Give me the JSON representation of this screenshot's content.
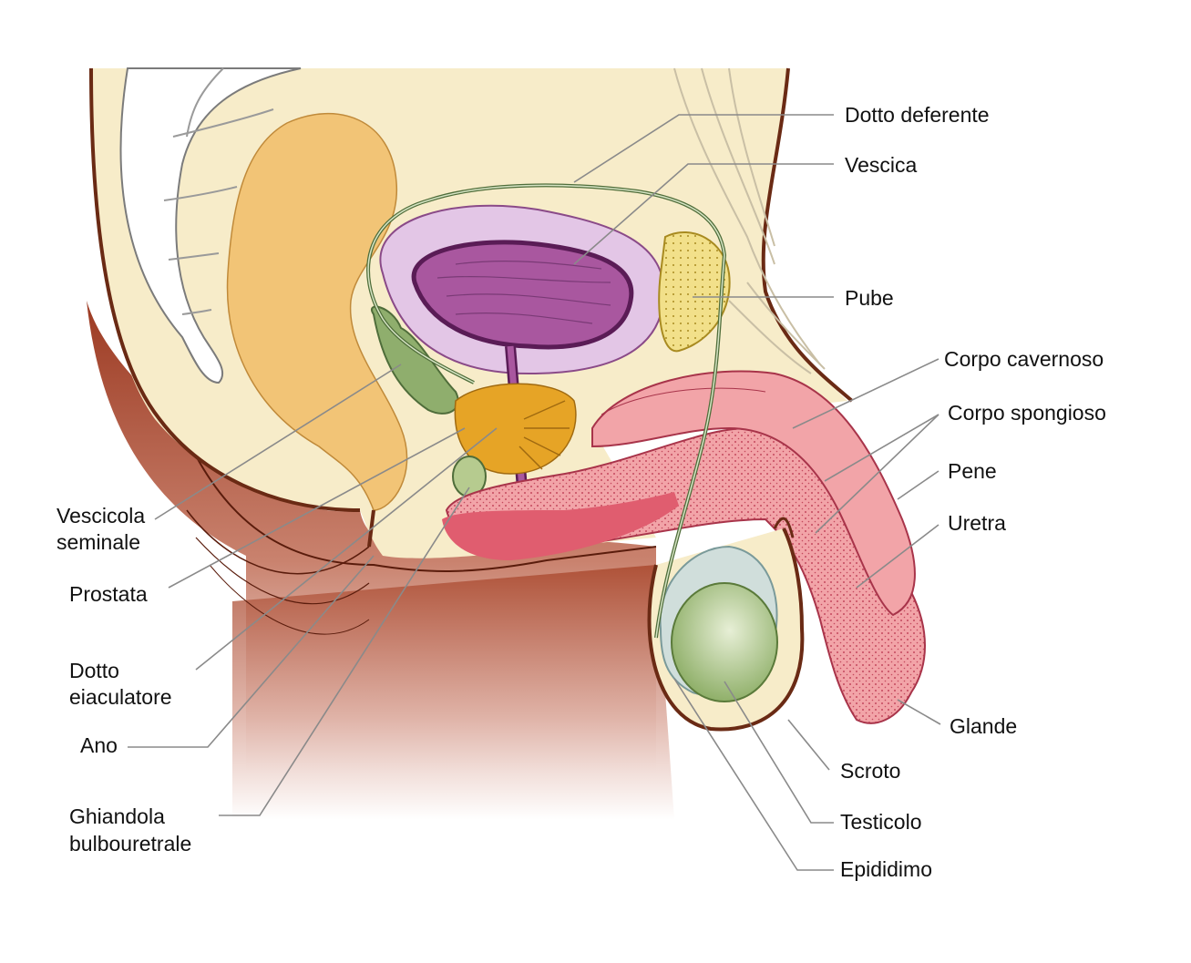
{
  "labels": {
    "dotto_deferente": "Dotto deferente",
    "vescica": "Vescica",
    "pube": "Pube",
    "corpo_cavernoso": "Corpo cavernoso",
    "corpo_spongioso": "Corpo spongioso",
    "pene": "Pene",
    "uretra": "Uretra",
    "glande": "Glande",
    "scroto": "Scroto",
    "testicolo": "Testicolo",
    "epididimo": "Epididimo",
    "vescicola_1": "Vescicola",
    "vescicola_2": "seminale",
    "prostata": "Prostata",
    "dotto_eiac_1": "Dotto",
    "dotto_eiac_2": "eiaculatore",
    "ano": "Ano",
    "ghiandola_1": "Ghiandola",
    "ghiandola_2": "bulbouretrale"
  },
  "colors": {
    "skin_cream": "#f7ecc9",
    "tissue_brown": "#9c3a22",
    "rectum": "#f2c476",
    "bladder": "#a9579f",
    "bladder_wall": "#e3c6e6",
    "prostate": "#e6a426",
    "seminal_vesicle": "#8fae6d",
    "erectile_pink": "#f2a4a8",
    "spongy_red": "#e05d6f",
    "testis": "#9fbd7a",
    "epididymis": "#d0dedb",
    "pubis": "#f2e08a",
    "duct_green": "#7a9d6a"
  }
}
